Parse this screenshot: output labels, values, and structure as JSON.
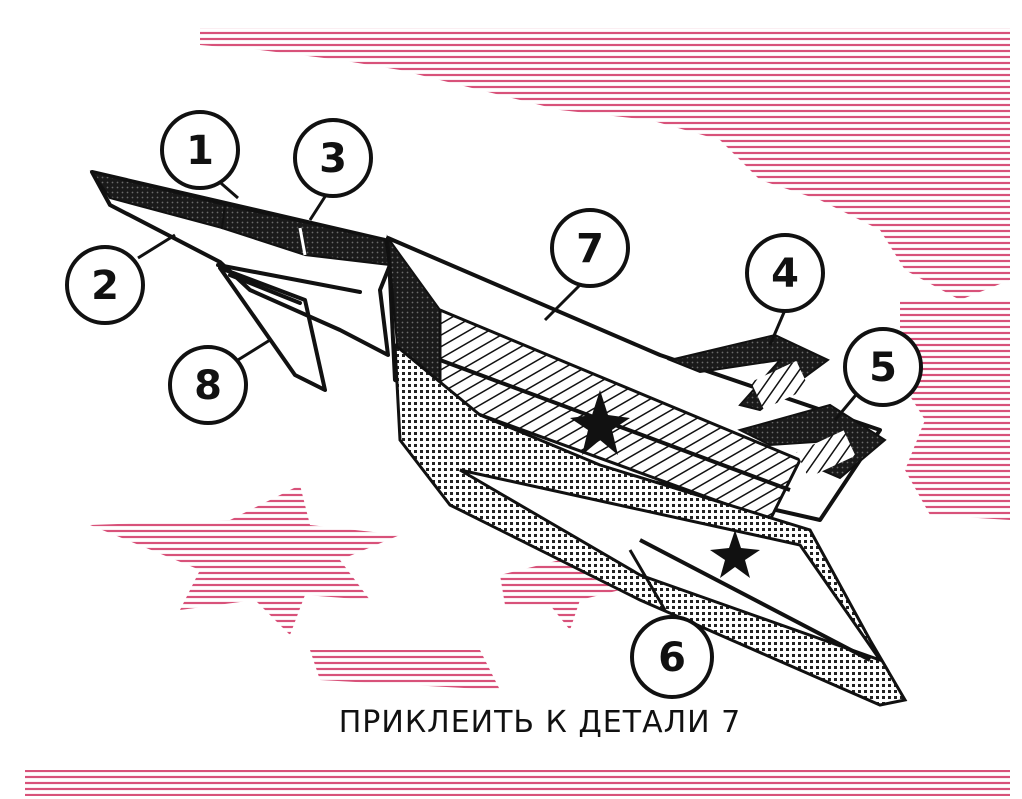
{
  "colors": {
    "ink": "#111111",
    "pink_hatch": "#d8527a",
    "paper": "#ffffff"
  },
  "callouts": [
    {
      "id": "1",
      "label": "1"
    },
    {
      "id": "2",
      "label": "2"
    },
    {
      "id": "3",
      "label": "3"
    },
    {
      "id": "4",
      "label": "4"
    },
    {
      "id": "5",
      "label": "5"
    },
    {
      "id": "6",
      "label": "6"
    },
    {
      "id": "7",
      "label": "7"
    },
    {
      "id": "8",
      "label": "8"
    }
  ],
  "caption": "ПРИКЛЕИТЬ К ДЕТАЛИ 7"
}
